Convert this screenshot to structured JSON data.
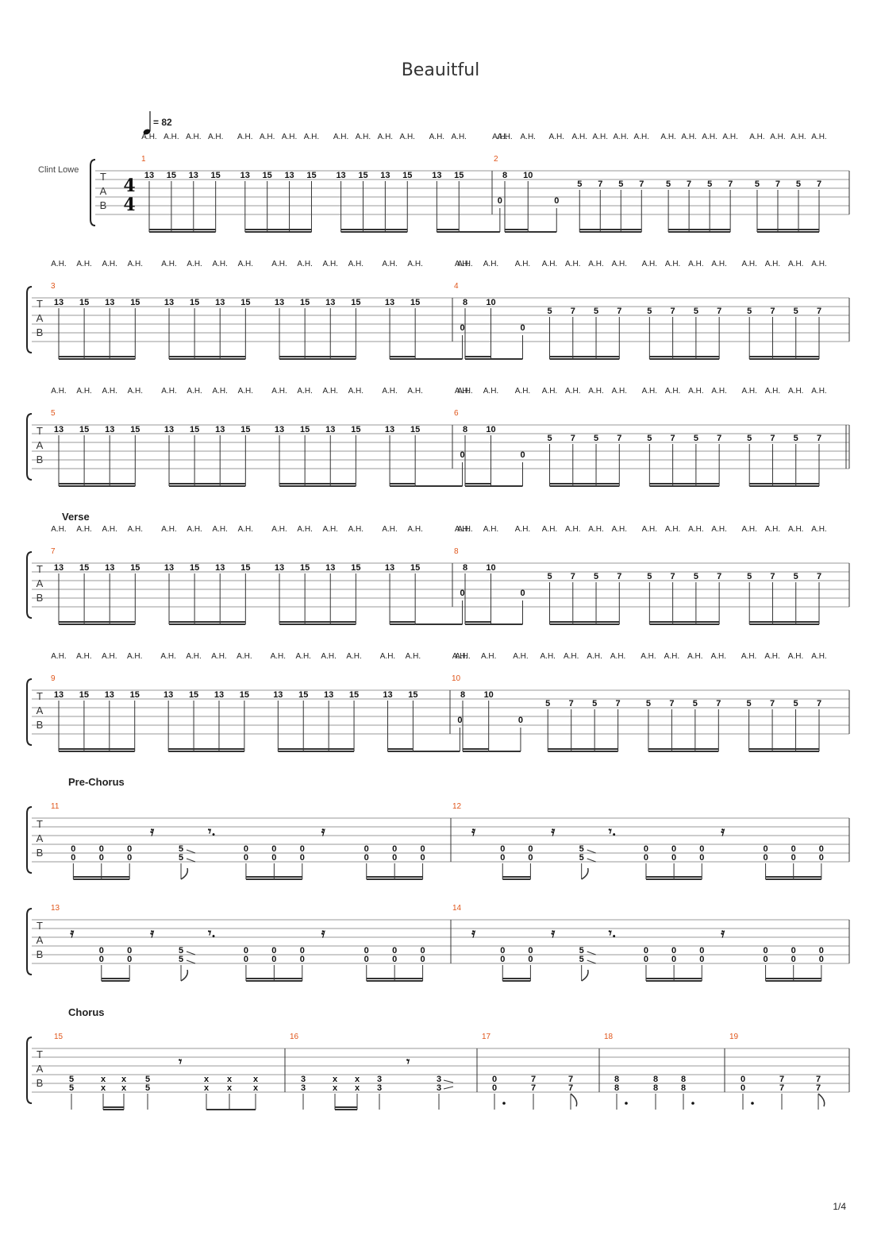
{
  "title": "Beauitful",
  "instrument": "Clint Lowe",
  "tempo": "= 82",
  "tab_clef": [
    "T",
    "A",
    "B"
  ],
  "time_signature": [
    "4",
    "4"
  ],
  "harmonic_label": "A.H.",
  "page_number": "1/4",
  "section_labels": {
    "verse": "Verse",
    "pre_chorus": "Pre-Chorus",
    "chorus": "Chorus"
  },
  "patterns": {
    "riff_a": {
      "top": [
        "13",
        "15",
        "13",
        "15",
        "13",
        "15",
        "13",
        "15",
        "13",
        "15",
        "13",
        "15",
        "13",
        "15"
      ],
      "end": "0",
      "harmonics": 15
    },
    "riff_b": {
      "top": [
        "8",
        "10"
      ],
      "mid": "0",
      "tail": [
        "5",
        "7",
        "5",
        "7",
        "5",
        "7",
        "5",
        "7",
        "5",
        "7",
        "5",
        "7"
      ],
      "harmonics": 15
    },
    "pre_chorus_chord": [
      "0",
      "0",
      "0"
    ],
    "pre_chorus_slide": [
      "5",
      "5"
    ]
  },
  "measures": [
    {
      "number": "1",
      "pattern": "riff_a"
    },
    {
      "number": "2",
      "pattern": "riff_b"
    },
    {
      "number": "3",
      "pattern": "riff_a"
    },
    {
      "number": "4",
      "pattern": "riff_b"
    },
    {
      "number": "5",
      "pattern": "riff_a"
    },
    {
      "number": "6",
      "pattern": "riff_b"
    },
    {
      "number": "7",
      "pattern": "riff_a"
    },
    {
      "number": "8",
      "pattern": "riff_b"
    },
    {
      "number": "9",
      "pattern": "riff_a"
    },
    {
      "number": "10",
      "pattern": "riff_b"
    },
    {
      "number": "11",
      "pattern": "pre_chorus"
    },
    {
      "number": "12",
      "pattern": "pre_chorus"
    },
    {
      "number": "13",
      "pattern": "pre_chorus"
    },
    {
      "number": "14",
      "pattern": "pre_chorus"
    },
    {
      "number": "15",
      "chords": [
        [
          "5",
          "5"
        ],
        [
          "x",
          "x"
        ],
        [
          "x",
          "x"
        ],
        [
          "5",
          "5"
        ],
        [
          "x",
          "x"
        ],
        [
          "x",
          "x"
        ],
        [
          "x",
          "x"
        ]
      ]
    },
    {
      "number": "16",
      "chords": [
        [
          "3",
          "3"
        ],
        [
          "x",
          "x"
        ],
        [
          "x",
          "x"
        ],
        [
          "3",
          "3"
        ],
        [
          "3",
          "3"
        ]
      ]
    },
    {
      "number": "17",
      "chords": [
        [
          "0",
          "0"
        ],
        [
          "7",
          "7"
        ],
        [
          "7",
          "7"
        ]
      ]
    },
    {
      "number": "18",
      "chords": [
        [
          "8",
          "8"
        ],
        [
          "8",
          "8"
        ],
        [
          "8",
          "8"
        ]
      ]
    },
    {
      "number": "19",
      "chords": [
        [
          "0",
          "0"
        ],
        [
          "7",
          "7"
        ],
        [
          "7",
          "7"
        ]
      ]
    }
  ]
}
